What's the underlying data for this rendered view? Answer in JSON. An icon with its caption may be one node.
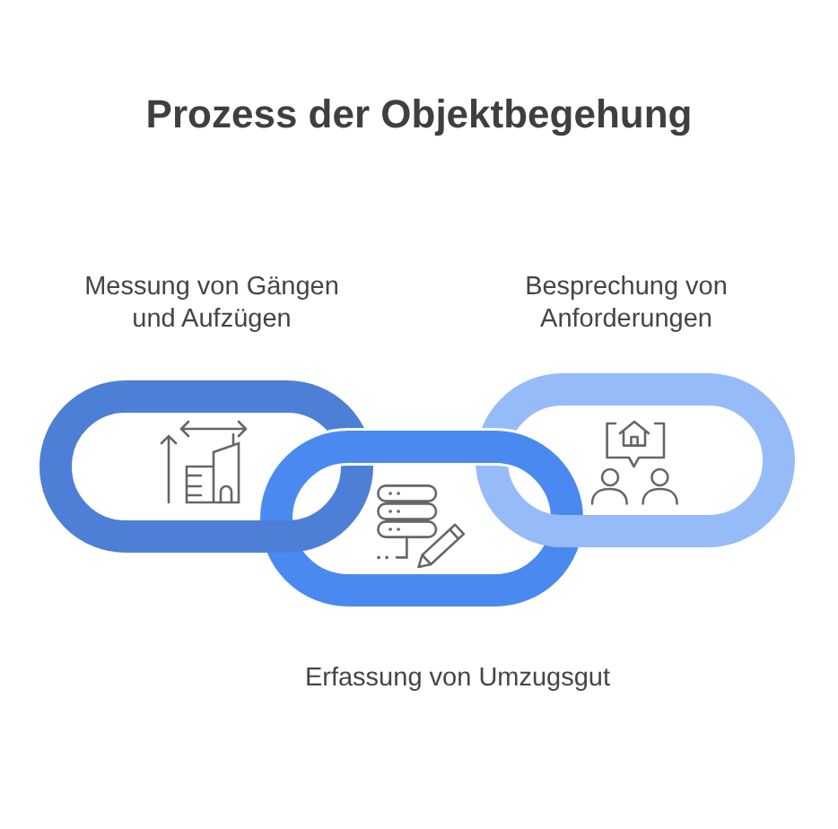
{
  "diagram": {
    "title": "Prozess der Objektbegehung",
    "nodes": [
      {
        "text": [
          "Messung von Gängen und Aufzügen"
        ]
      },
      {
        "text": [
          "Erfassung von Umzugsgut"
        ]
      },
      {
        "text": [
          "Besprechung von Anforderungen"
        ]
      }
    ]
  }
}
